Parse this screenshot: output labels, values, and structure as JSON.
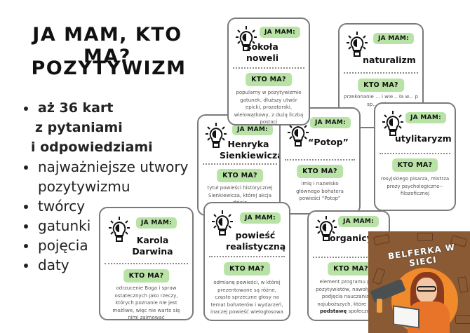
{
  "title": {
    "line1": "JA MAM, KTO MA?",
    "line2": "POZYTYWIZM"
  },
  "features": [
    {
      "label": "aż 36 kart",
      "cont1": "z pytaniami",
      "cont2": "i odpowiedziami",
      "bold": true
    },
    {
      "label": "najważniejsze utwory",
      "cont1": "pozytywizmu"
    },
    {
      "label": "twórcy"
    },
    {
      "label": "gatunki"
    },
    {
      "label": "pojęcia"
    },
    {
      "label": "daty"
    }
  ],
  "card_labels": {
    "ja_mam": "JA MAM:",
    "kto_ma": "KTO MA?"
  },
  "cards": {
    "naturalizm": {
      "answer": "naturalizm",
      "question": "przekonanie ... i wie... ła w... p sp... nić s..."
    },
    "sokola_noweli": {
      "answer": "sokoła noweli",
      "question": "popularny w pozytywizmie gatunek, dłuższy utwór epicki, prozatorski, wielowątkowy, z dużą liczbą postaci"
    },
    "utylitaryzm": {
      "answer": "utylitaryzm",
      "question": "rosyjskiego pisarza, mistrza prozy psychologiczno--filozoficznej"
    },
    "henryka": {
      "answer": "Henryka Sienkiewicza",
      "question": "tytuł powieści historycznej Sienkiewicza, której akcja dzieje"
    },
    "potop": {
      "answer": "“Potop”",
      "question": "imię i nazwisko głównego bohatera powieści “Potop”"
    },
    "organicyzm": {
      "answer": "organicyzm",
      "question_lines": [
        "element programu po...",
        "pozytywistów, nawoływa...",
        "podjęcia nauczania ...",
        "najuboższych, które sta..."
      ],
      "question_bold": "podstawę",
      "question_tail": " społeczeń..."
    },
    "powiesc": {
      "answer": "powieść realistyczną",
      "question": "odmianę powieści, w której prezentowane są różne, często sprzeczne głosy na temat bohaterów i wydarzeń, inaczej powieść wielogłosowa"
    },
    "darwin": {
      "answer": "Karola Darwina",
      "question": "odrzucenie Boga i spraw ostatecznych jako rzeczy, których poznanie nie jest możliwe, więc nie warto się nimi zajmować"
    }
  },
  "logo": {
    "text": "BELFERKA W SIECI"
  },
  "colors": {
    "label_green": "#b9e3a6",
    "card_border": "#7a7a7a",
    "logo_brown": "#8a5a34",
    "logo_orange": "#f08a2a"
  }
}
